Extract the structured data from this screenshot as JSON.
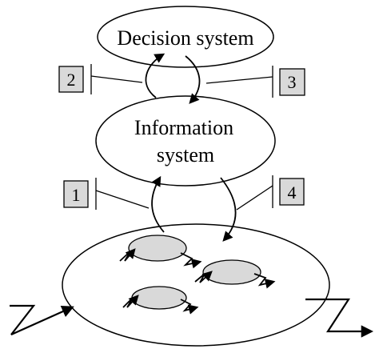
{
  "diagram": {
    "nodes": {
      "decision": {
        "label": "Decision system"
      },
      "information": {
        "line1": "Information",
        "line2": "system"
      }
    },
    "boxes": [
      {
        "id": "1",
        "label": "1"
      },
      {
        "id": "2",
        "label": "2"
      },
      {
        "id": "3",
        "label": "3"
      },
      {
        "id": "4",
        "label": "4"
      }
    ],
    "colors": {
      "stroke": "#000000",
      "box_fill": "#d9d9d9",
      "inner_fill": "#d9d9d9",
      "background": "#ffffff"
    }
  }
}
